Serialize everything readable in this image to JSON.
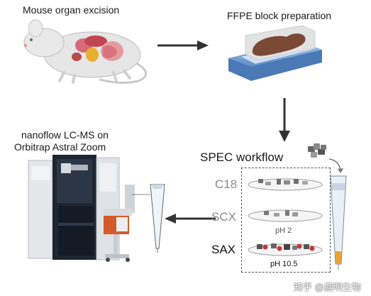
{
  "steps": {
    "excision": "Mouse organ excision",
    "ffpe": "FFPE block preparation",
    "lcms_line1": "nanoflow LC-MS on",
    "lcms_line2": "Orbitrap Astral Zoom",
    "spec_title": "SPEC workflow"
  },
  "phases": [
    {
      "name": "C18",
      "ph": ""
    },
    {
      "name": "SCX",
      "ph": "pH 2"
    },
    {
      "name": "SAX",
      "ph": "pH 10.5"
    }
  ],
  "watermark": "知乎 @鹿明生物",
  "colors": {
    "arrow": "#333333",
    "tissue": "#7a4a36",
    "cassette": "#7ca6d6",
    "instrument": "#1d2530",
    "sax_bead": "#c8363a"
  },
  "icons": [
    "mouse-icon",
    "ffpe-block-icon",
    "lcms-instrument-icon",
    "peptide-icon",
    "pipette-tip-icon"
  ]
}
